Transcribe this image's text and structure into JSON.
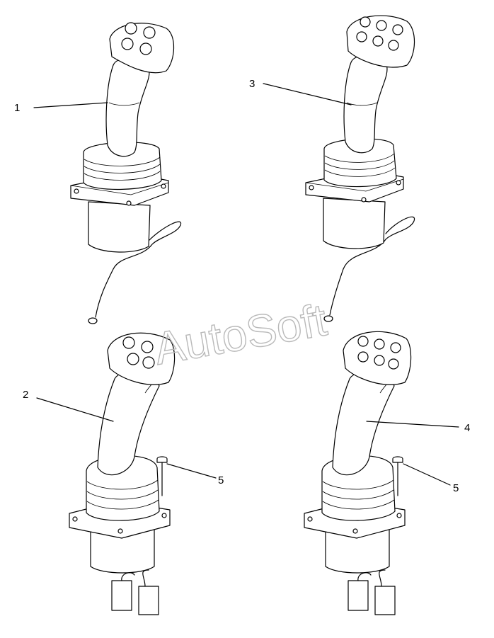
{
  "watermark": "AutoSoft",
  "callouts": [
    "1",
    "2",
    "3",
    "4",
    "5",
    "5"
  ],
  "colors": {
    "line": "#000000",
    "watermark": "#b9b9b9",
    "background": "#ffffff"
  }
}
